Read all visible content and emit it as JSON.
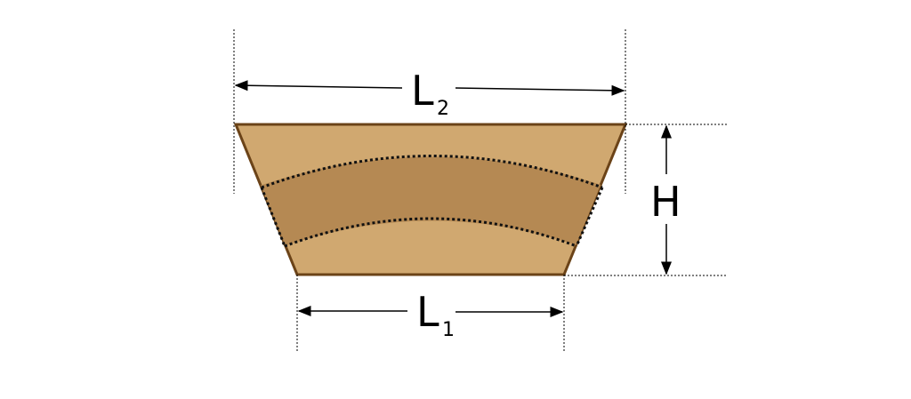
{
  "labels": {
    "L2_main": "L",
    "L2_sub": "2",
    "L1_main": "L",
    "L1_sub": "1",
    "H": "H"
  },
  "colors": {
    "fill_outer": "#d0a870",
    "fill_band": "#b58953",
    "stroke": "#6b4318",
    "dotted": "#111111",
    "dim": "#000000"
  }
}
